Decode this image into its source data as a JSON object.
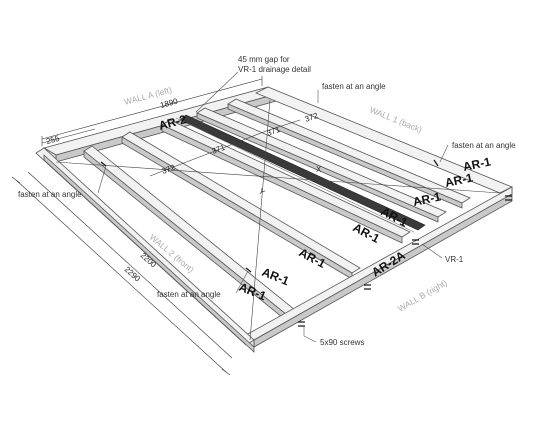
{
  "walls": {
    "left": "WALL A (left)",
    "back": "WALL 1 (back)",
    "front": "WALL 2 (front)",
    "right": "WALL B (right)"
  },
  "dimensions": {
    "d1890": "1890",
    "d255": "255",
    "d371a": "371",
    "d372a": "372",
    "d371b": "371",
    "d372b": "372",
    "d2200": "2200",
    "d2290": "2290"
  },
  "annotations": {
    "gap_line1": "45 mm gap for",
    "gap_line2": "VR-1 drainage detail",
    "fasten_top": "fasten at an angle",
    "fasten_right": "fasten at an angle",
    "fasten_left": "fasten at an angle",
    "fasten_bottom": "fasten at an angle",
    "vr1": "VR-1",
    "screws": "5x90 screws"
  },
  "axes": {
    "x": "X",
    "y": "Y"
  },
  "parts": {
    "ar2": "AR-2",
    "ar1_r1": "AR-1",
    "ar1_r2": "AR-1",
    "ar1_r3": "AR-1",
    "ar1_m1": "AR-1",
    "ar1_m2": "AR-1",
    "ar1_m3": "AR-1",
    "ar1_f1": "AR-1",
    "ar1_f2": "AR-1",
    "ar2a": "AR-2A"
  }
}
